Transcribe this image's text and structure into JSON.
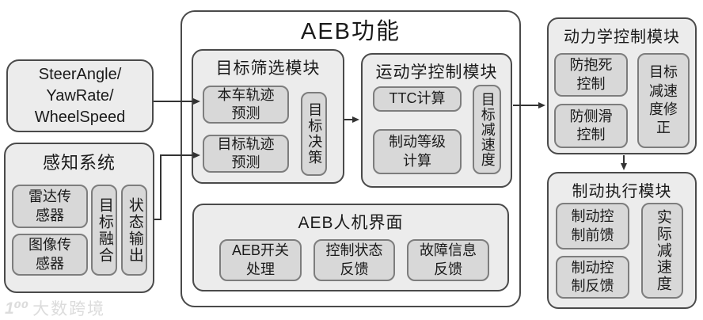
{
  "d": {
    "title": "AEB功能",
    "vehicle_signals": "SteerAngle/\nYawRate/\nWheelSpeed",
    "perception": {
      "title": "感知系统",
      "radar": "雷达传\n感器",
      "camera": "图像传\n感器",
      "fusion": "目标融合",
      "status": "状态输出"
    },
    "screening": {
      "title": "目标筛选模块",
      "ego": "本车轨迹\n预测",
      "target": "目标轨迹\n预测",
      "decision": "目标决策"
    },
    "kinematic": {
      "title": "运动学控制模块",
      "ttc": "TTC计算",
      "level": "制动等级\n计算",
      "decel": "目标减速度"
    },
    "hmi": {
      "title": "AEB人机界面",
      "switch": "AEB开关\n处理",
      "status": "控制状态\n反馈",
      "fault": "故障信息\n反馈"
    },
    "dynamics": {
      "title": "动力学控制模块",
      "abs": "防抱死\n控制",
      "skid": "防侧滑\n控制",
      "correction": "目标减速度修正"
    },
    "brake": {
      "title": "制动执行模块",
      "feedforward": "制动控\n制前馈",
      "feedback": "制动控\n制反馈",
      "actual": "实际减速度"
    },
    "watermark": {
      "logo": "1⁰⁰",
      "text": "大数跨境"
    },
    "colors": {
      "outer_border": "#4a4a4a",
      "outer_fill": "#ececec",
      "inner_fill": "#d8d8d8",
      "inner_border": "#7d7d7d",
      "arrow": "#333333"
    }
  }
}
